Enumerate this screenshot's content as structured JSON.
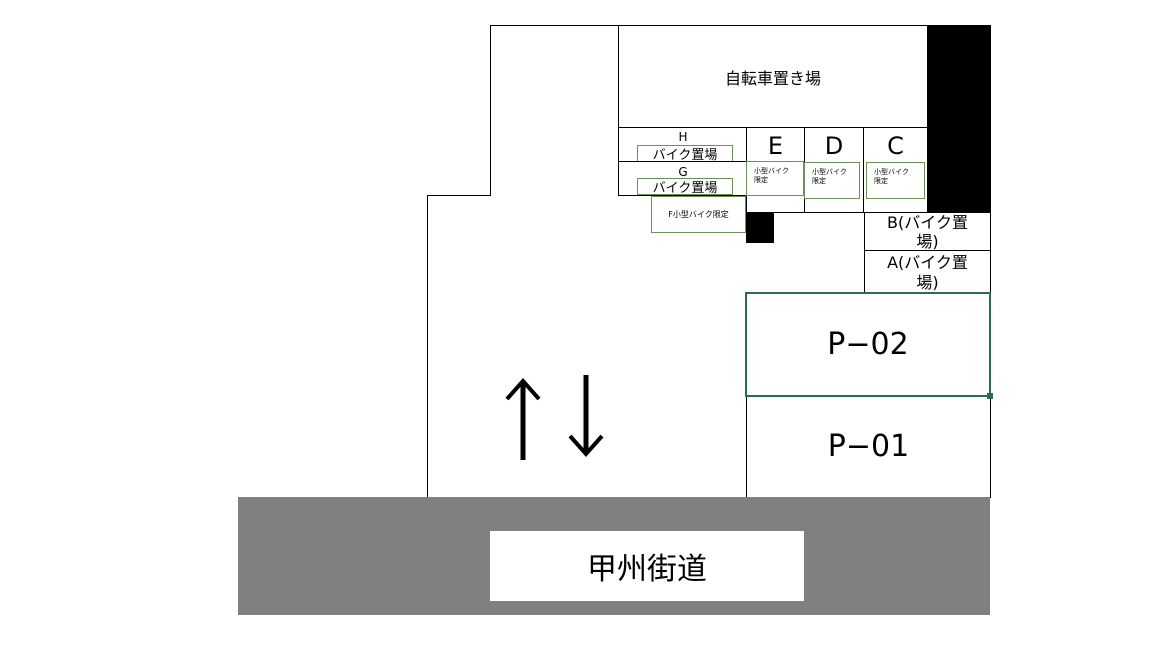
{
  "map": {
    "bicycle_parking": "自転車置き場",
    "bike_areas": {
      "H": {
        "letter": "H",
        "label": "バイク置場"
      },
      "G": {
        "letter": "G",
        "label": "バイク置場"
      },
      "F": {
        "label": "F小型バイク限定"
      }
    },
    "small_bike_slots": [
      {
        "letter": "E",
        "label": "小型バイク\n限定"
      },
      {
        "letter": "D",
        "label": "小型バイク\n限定"
      },
      {
        "letter": "C",
        "label": "小型バイク\n限定"
      }
    ],
    "side_slots": [
      {
        "label": "B(バイク置場)",
        "line1": "B(バイク置",
        "line2": "場)"
      },
      {
        "label": "A(バイク置場)",
        "line1": "A(バイク置",
        "line2": "場)"
      }
    ],
    "car_spaces": [
      {
        "label": "P−02",
        "selected": true
      },
      {
        "label": "P−01",
        "selected": false
      }
    ],
    "traffic_arrows": {
      "up": "↑",
      "down": "↓"
    },
    "road": {
      "name": "甲州街道"
    },
    "colors": {
      "road": "#808080",
      "selection": "#2e6b4f",
      "slot_border": "#6f8f5a",
      "wall": "#000000"
    }
  }
}
